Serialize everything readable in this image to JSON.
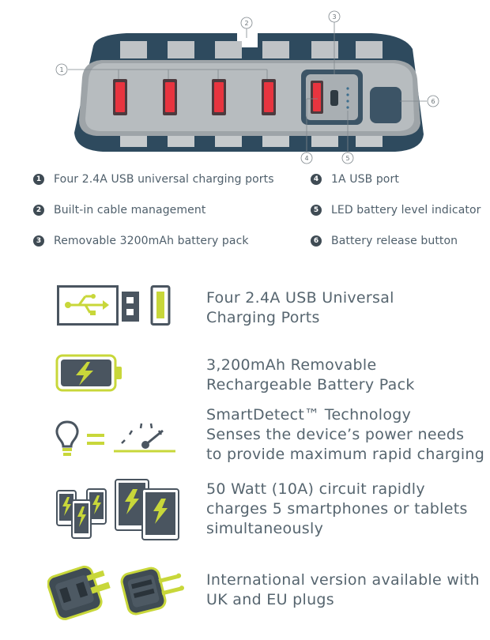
{
  "callouts": [
    "1",
    "2",
    "3",
    "4",
    "5",
    "6"
  ],
  "legend": [
    {
      "num": "1",
      "text": "Four 2.4A USB universal charging ports"
    },
    {
      "num": "2",
      "text": "Built-in cable management"
    },
    {
      "num": "3",
      "text": "Removable 3200mAh battery pack"
    },
    {
      "num": "4",
      "text": "1A USB port"
    },
    {
      "num": "5",
      "text": "LED battery level indicator"
    },
    {
      "num": "6",
      "text": "Battery release button"
    }
  ],
  "features": [
    {
      "icon": "usb-ports-icon",
      "lines": [
        "Four 2.4A USB Universal",
        "Charging Ports"
      ]
    },
    {
      "icon": "battery-icon",
      "lines": [
        "3,200mAh Removable",
        "Rechargeable Battery Pack"
      ]
    },
    {
      "icon": "smartdetect-icon",
      "lines": [
        "SmartDetect™ Technology",
        "Senses the device’s power needs",
        "to provide maximum rapid charging"
      ]
    },
    {
      "icon": "devices-icon",
      "lines": [
        "50 Watt (10A) circuit rapidly",
        "charges 5 smartphones or tablets",
        "simultaneously"
      ]
    },
    {
      "icon": "plugs-icon",
      "lines": [
        "International version available with",
        "UK and EU plugs"
      ]
    }
  ],
  "colors": {
    "accent": "#c8d73a",
    "dark": "#4a5560",
    "port_red": "#e8343f",
    "navy": "#2e4a5e"
  }
}
